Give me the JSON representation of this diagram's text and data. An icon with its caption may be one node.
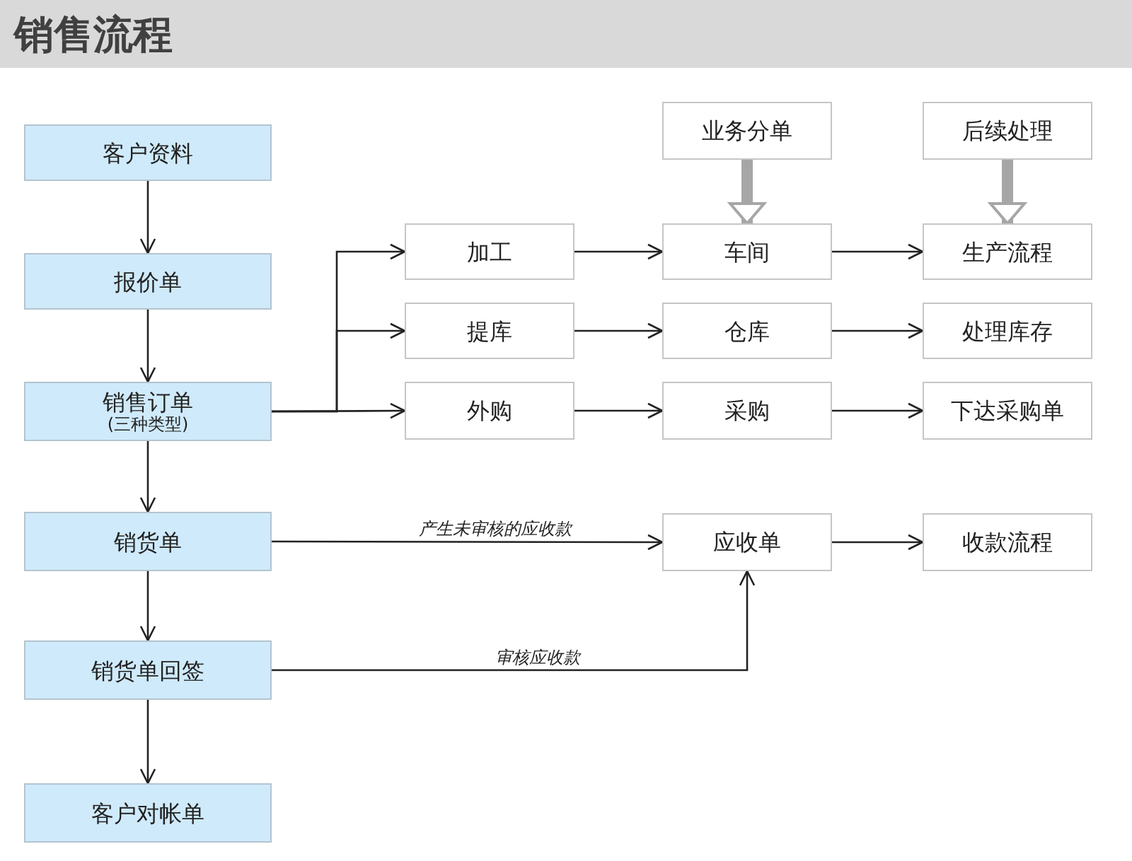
{
  "diagram": {
    "title": "销售流程",
    "nodes": [
      {
        "text": [
          "客户资料"
        ]
      },
      {
        "text": [
          "报价单"
        ]
      },
      {
        "text": [
          "销售订单",
          "(三种类型)"
        ]
      },
      {
        "text": [
          "销货单"
        ]
      },
      {
        "text": [
          "销货单回签"
        ]
      },
      {
        "text": [
          "客户对帐单"
        ]
      },
      {
        "text": [
          "加工"
        ]
      },
      {
        "text": [
          "提库"
        ]
      },
      {
        "text": [
          "外购"
        ]
      },
      {
        "text": [
          "业务分单"
        ]
      },
      {
        "text": [
          "车间"
        ]
      },
      {
        "text": [
          "仓库"
        ]
      },
      {
        "text": [
          "采购"
        ]
      },
      {
        "text": [
          "应收单"
        ]
      },
      {
        "text": [
          "后续处理"
        ]
      },
      {
        "text": [
          "生产流程"
        ]
      },
      {
        "text": [
          "处理库存"
        ]
      },
      {
        "text": [
          "下达采购单"
        ]
      },
      {
        "text": [
          "收款流程"
        ]
      }
    ],
    "edges": [
      {
        "from": 0,
        "to": 1,
        "arrow": "to"
      },
      {
        "from": 1,
        "to": 2,
        "arrow": "to"
      },
      {
        "from": 2,
        "to": 3,
        "arrow": "to"
      },
      {
        "from": 3,
        "to": 4,
        "arrow": "to"
      },
      {
        "from": 4,
        "to": 5,
        "arrow": "to"
      },
      {
        "from": 2,
        "to": 6,
        "arrow": "to"
      },
      {
        "from": 2,
        "to": 7,
        "arrow": "to"
      },
      {
        "from": 2,
        "to": 8,
        "arrow": "to"
      },
      {
        "from": 6,
        "to": 10,
        "arrow": "to"
      },
      {
        "from": 7,
        "to": 11,
        "arrow": "to"
      },
      {
        "from": 8,
        "to": 12,
        "arrow": "to"
      },
      {
        "from": 10,
        "to": 15,
        "arrow": "to"
      },
      {
        "from": 11,
        "to": 16,
        "arrow": "to"
      },
      {
        "from": 12,
        "to": 17,
        "arrow": "to"
      },
      {
        "from": 3,
        "to": 13,
        "arrow": "to",
        "label": "产生未审核的应收款"
      },
      {
        "from": 4,
        "to": 13,
        "arrow": "to",
        "label": "审核应收款"
      },
      {
        "from": 13,
        "to": 18,
        "arrow": "to"
      },
      {
        "from": 9,
        "to": 10,
        "arrow": "to",
        "style": "thick",
        "color": "#a6a6a6"
      },
      {
        "from": 14,
        "to": 15,
        "arrow": "to",
        "style": "thick",
        "color": "#a6a6a6"
      }
    ]
  }
}
